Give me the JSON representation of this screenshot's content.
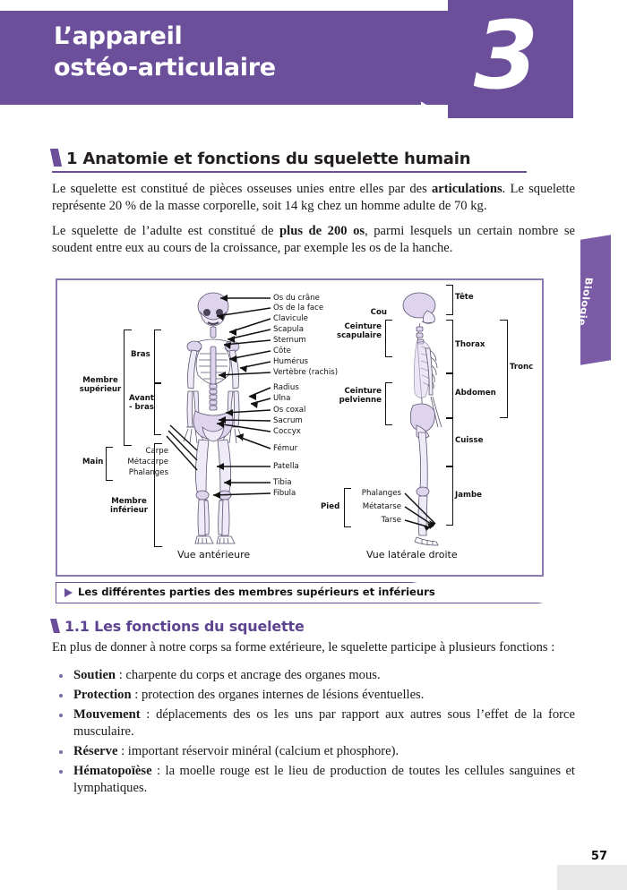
{
  "chapter": {
    "title_line1": "L’appareil",
    "title_line2": "ostéo-articulaire",
    "number": "3",
    "side_tab": "Biologie",
    "accent_color": "#6b4f9b"
  },
  "section": {
    "heading": "1 Anatomie et fonctions du squelette humain",
    "paragraph1_a": "Le squelette est constitué de pièces osseuses unies entre elles par des ",
    "paragraph1_b": "articulations",
    "paragraph1_c": ". Le squelette représente 20 % de la masse corporelle, soit 14 kg chez un homme adulte de 70 kg.",
    "paragraph2_a": "Le squelette de l’adulte est constitué de ",
    "paragraph2_b": "plus de 200 os",
    "paragraph2_c": ", parmi lesquels un certain nombre se soudent entre eux au cours de la croissance, par exemple les os de la hanche."
  },
  "figure": {
    "caption": "Les différentes parties des membres supérieurs et inférieurs",
    "view_left": "Vue antérieure",
    "view_right": "Vue latérale droite",
    "anterior_labels": [
      "Os du crâne",
      "Os de la face",
      "Clavicule",
      "Scapula",
      "Sternum",
      "Côte",
      "Humérus",
      "Vertèbre (rachis)",
      "Radius",
      "Ulna",
      "Os coxal",
      "Sacrum",
      "Coccyx",
      "Fémur",
      "Patella",
      "Tibia",
      "Fibula"
    ],
    "left_brackets": {
      "membre_superieur": "Membre\nsupérieur",
      "membre_superieur_l1": "Membre",
      "membre_superieur_l2": "supérieur",
      "bras": "Bras",
      "avant_bras_l1": "Avant",
      "avant_bras_l2": "- bras",
      "main": "Main",
      "carpe": "Carpe",
      "metacarpe": "Métacarpe",
      "phalanges": "Phalanges",
      "membre_inferieur_l1": "Membre",
      "membre_inferieur_l2": "inférieur"
    },
    "lateral_labels": {
      "tete": "Tête",
      "cou": "Cou",
      "ceinture_scapulaire_l1": "Ceinture",
      "ceinture_scapulaire_l2": "scapulaire",
      "ceinture_pelvienne_l1": "Ceinture",
      "ceinture_pelvienne_l2": "pelvienne",
      "thorax": "Thorax",
      "abdomen": "Abdomen",
      "tronc": "Tronc",
      "cuisse": "Cuisse",
      "jambe": "Jambe",
      "pied": "Pied",
      "phalanges": "Phalanges",
      "metatarse": "Métatarse",
      "tarse": "Tarse"
    }
  },
  "subsection": {
    "heading": "1.1 Les fonctions du squelette",
    "intro": "En plus de donner à notre corps sa forme extérieure, le squelette participe à plusieurs fonctions :",
    "functions": [
      {
        "term": "Soutien",
        "sep": " : ",
        "text": "charpente du corps et ancrage des organes mous."
      },
      {
        "term": "Protection",
        "sep": " : ",
        "text": "protection des organes internes de lésions éventuelles."
      },
      {
        "term": "Mouvement",
        "sep": " : ",
        "text": "déplacements des os les uns par rapport aux autres sous l’effet de la force musculaire."
      },
      {
        "term": "Réserve",
        "sep": " : ",
        "text": "important réservoir minéral (calcium et phosphore)."
      },
      {
        "term": "Hématopoïèse",
        "sep": " : ",
        "text": "la moelle rouge est le lieu de production de toutes les cellules sanguines et lymphatiques."
      }
    ]
  },
  "footer": {
    "page_number": "57"
  }
}
